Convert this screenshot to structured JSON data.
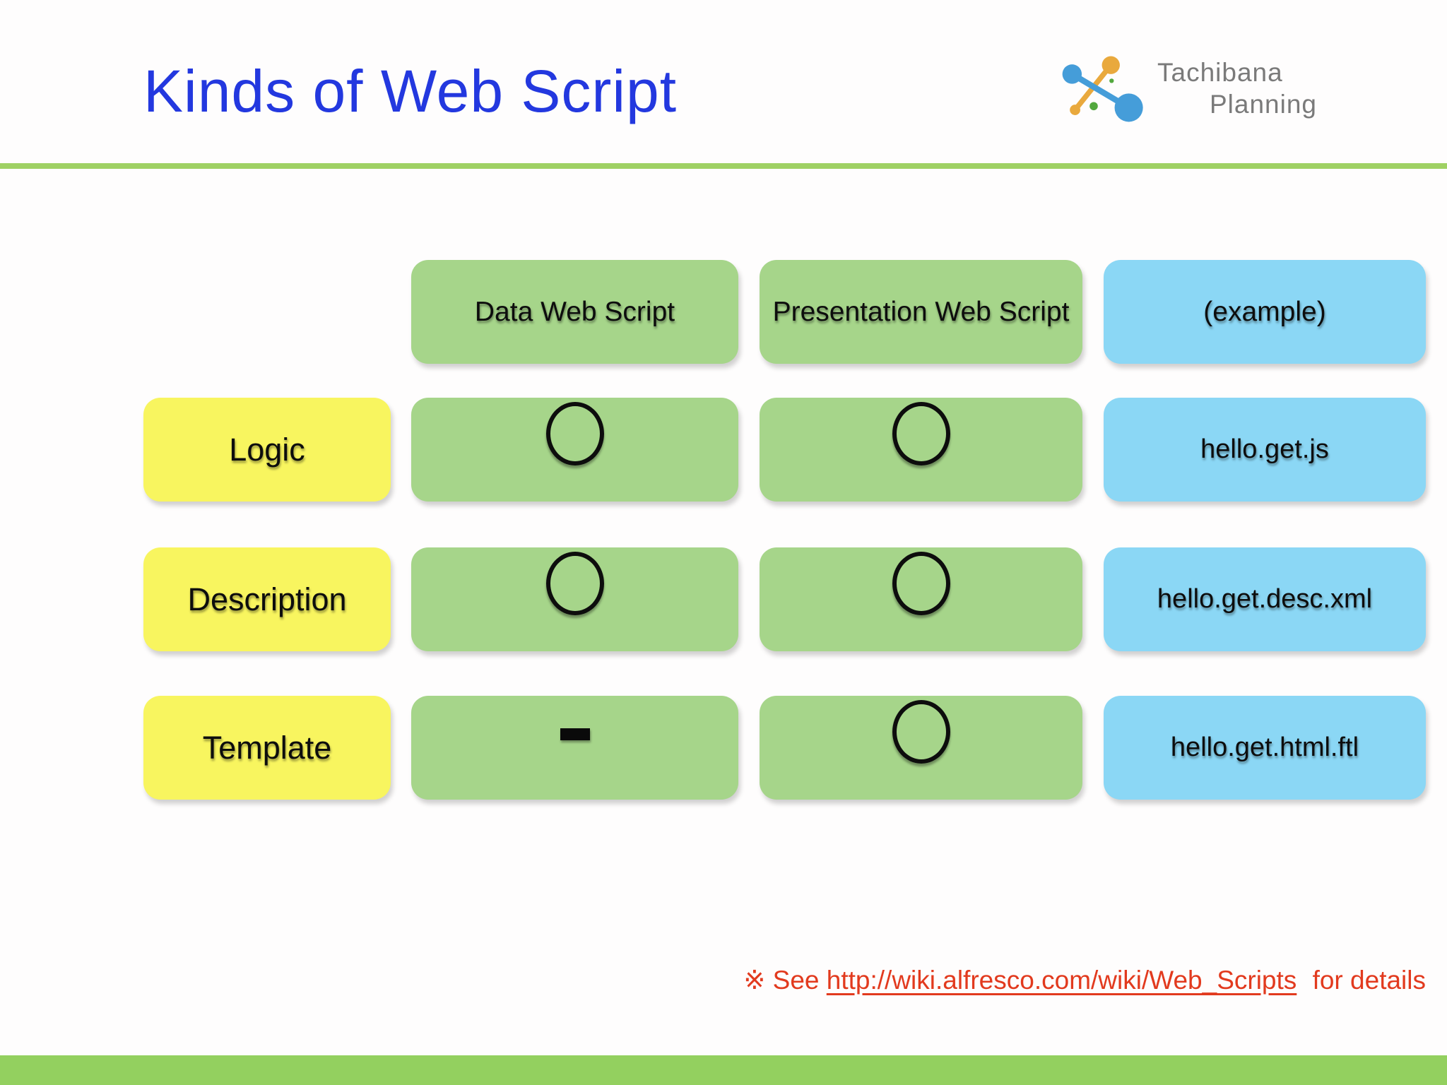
{
  "header": {
    "title": "Kinds of Web Script",
    "logo": {
      "line1": "Tachibana",
      "line2": "Planning"
    }
  },
  "table": {
    "column_headers": [
      {
        "label": "Data Web Script"
      },
      {
        "label": "Presentation Web Script"
      },
      {
        "label": "(example)"
      }
    ],
    "rows": [
      {
        "label": "Logic",
        "data_web_script": "circle",
        "presentation_web_script": "circle",
        "example": "hello.get.js"
      },
      {
        "label": "Description",
        "data_web_script": "circle",
        "presentation_web_script": "circle",
        "example": "hello.get.desc.xml"
      },
      {
        "label": "Template",
        "data_web_script": "dash",
        "presentation_web_script": "circle",
        "example": "hello.get.html.ftl"
      }
    ],
    "legend": {
      "circle_meaning": "circle",
      "dash_meaning": "dash"
    }
  },
  "footnote": {
    "prefix": "※ See ",
    "link_text": "http://wiki.alfresco.com/wiki/Web_Scripts",
    "suffix": " for details"
  },
  "colors": {
    "title_blue": "#2338df",
    "divider_green": "#9fd164",
    "box_green": "#a6d58a",
    "box_yellow": "#f8f55f",
    "box_blue": "#8bd7f5",
    "footnote_red": "#e23a1e",
    "bottom_bar_green": "#93d05f",
    "logo_gray": "#7a7a7a",
    "logo_blue": "#459dd9",
    "logo_orange": "#e9a93d",
    "logo_green": "#52a83e"
  }
}
